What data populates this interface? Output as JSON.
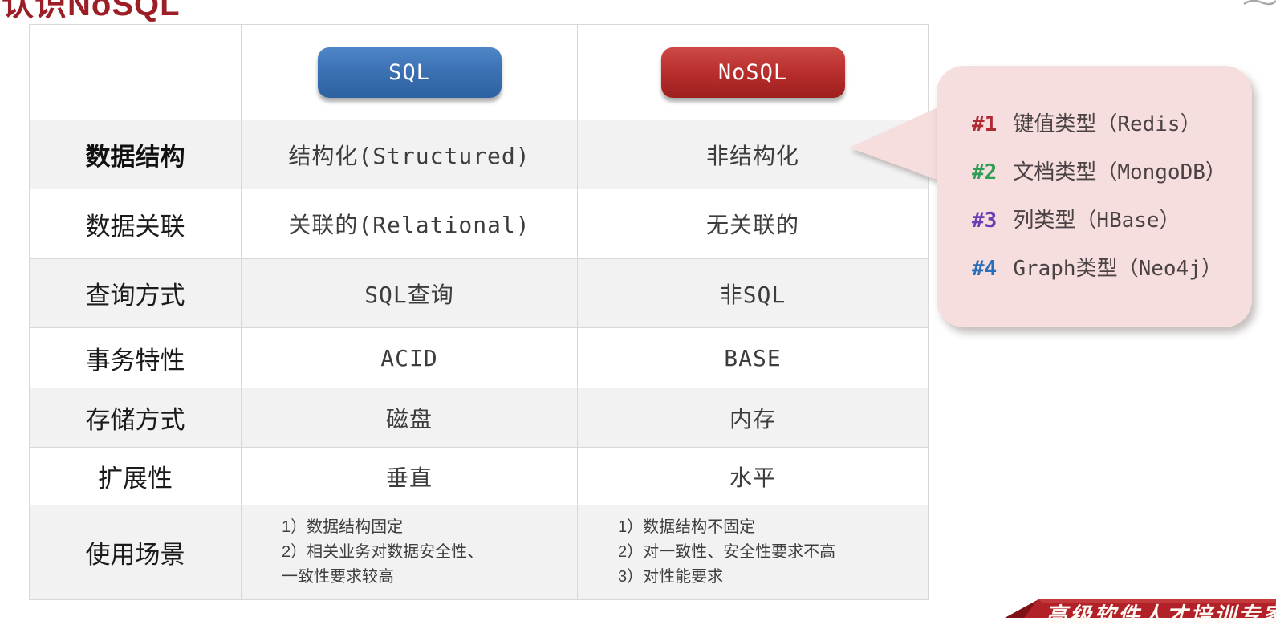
{
  "slide": {
    "title": "认识NoSQL"
  },
  "table": {
    "header": {
      "sql": "SQL",
      "nosql": "NoSQL"
    },
    "rows": [
      {
        "label": "数据结构",
        "sql": "结构化(Structured)",
        "nosql": "非结构化"
      },
      {
        "label": "数据关联",
        "sql": "关联的(Relational)",
        "nosql": "无关联的"
      },
      {
        "label": "查询方式",
        "sql": "SQL查询",
        "nosql": "非SQL"
      },
      {
        "label": "事务特性",
        "sql": "ACID",
        "nosql": "BASE"
      },
      {
        "label": "存储方式",
        "sql": "磁盘",
        "nosql": "内存"
      },
      {
        "label": "扩展性",
        "sql": "垂直",
        "nosql": "水平"
      },
      {
        "label": "使用场景",
        "sql": "1）数据结构固定\n2）相关业务对数据安全性、\n一致性要求较高",
        "nosql": "1）数据结构不固定\n2）对一致性、安全性要求不高\n3）对性能要求"
      }
    ]
  },
  "callout": {
    "items": [
      {
        "num": "#1",
        "label": "键值类型（Redis）",
        "color": "#b02a33"
      },
      {
        "num": "#2",
        "label": "文档类型（MongoDB）",
        "color": "#2f9e57"
      },
      {
        "num": "#3",
        "label": "列类型（HBase）",
        "color": "#6a3fb5"
      },
      {
        "num": "#4",
        "label": "Graph类型（Neo4j）",
        "color": "#2a6db8"
      }
    ]
  },
  "footer": {
    "banner": "高级软件人才培训专家"
  },
  "colors": {
    "title_red": "#9c1e27",
    "sql_button_blue": "#3b70b2",
    "nosql_button_red": "#b92f2d",
    "callout_bg": "#f6dede",
    "banner_red": "#b22127",
    "row_stripe": "#f2f2f2",
    "table_border": "#d8d8d8"
  }
}
